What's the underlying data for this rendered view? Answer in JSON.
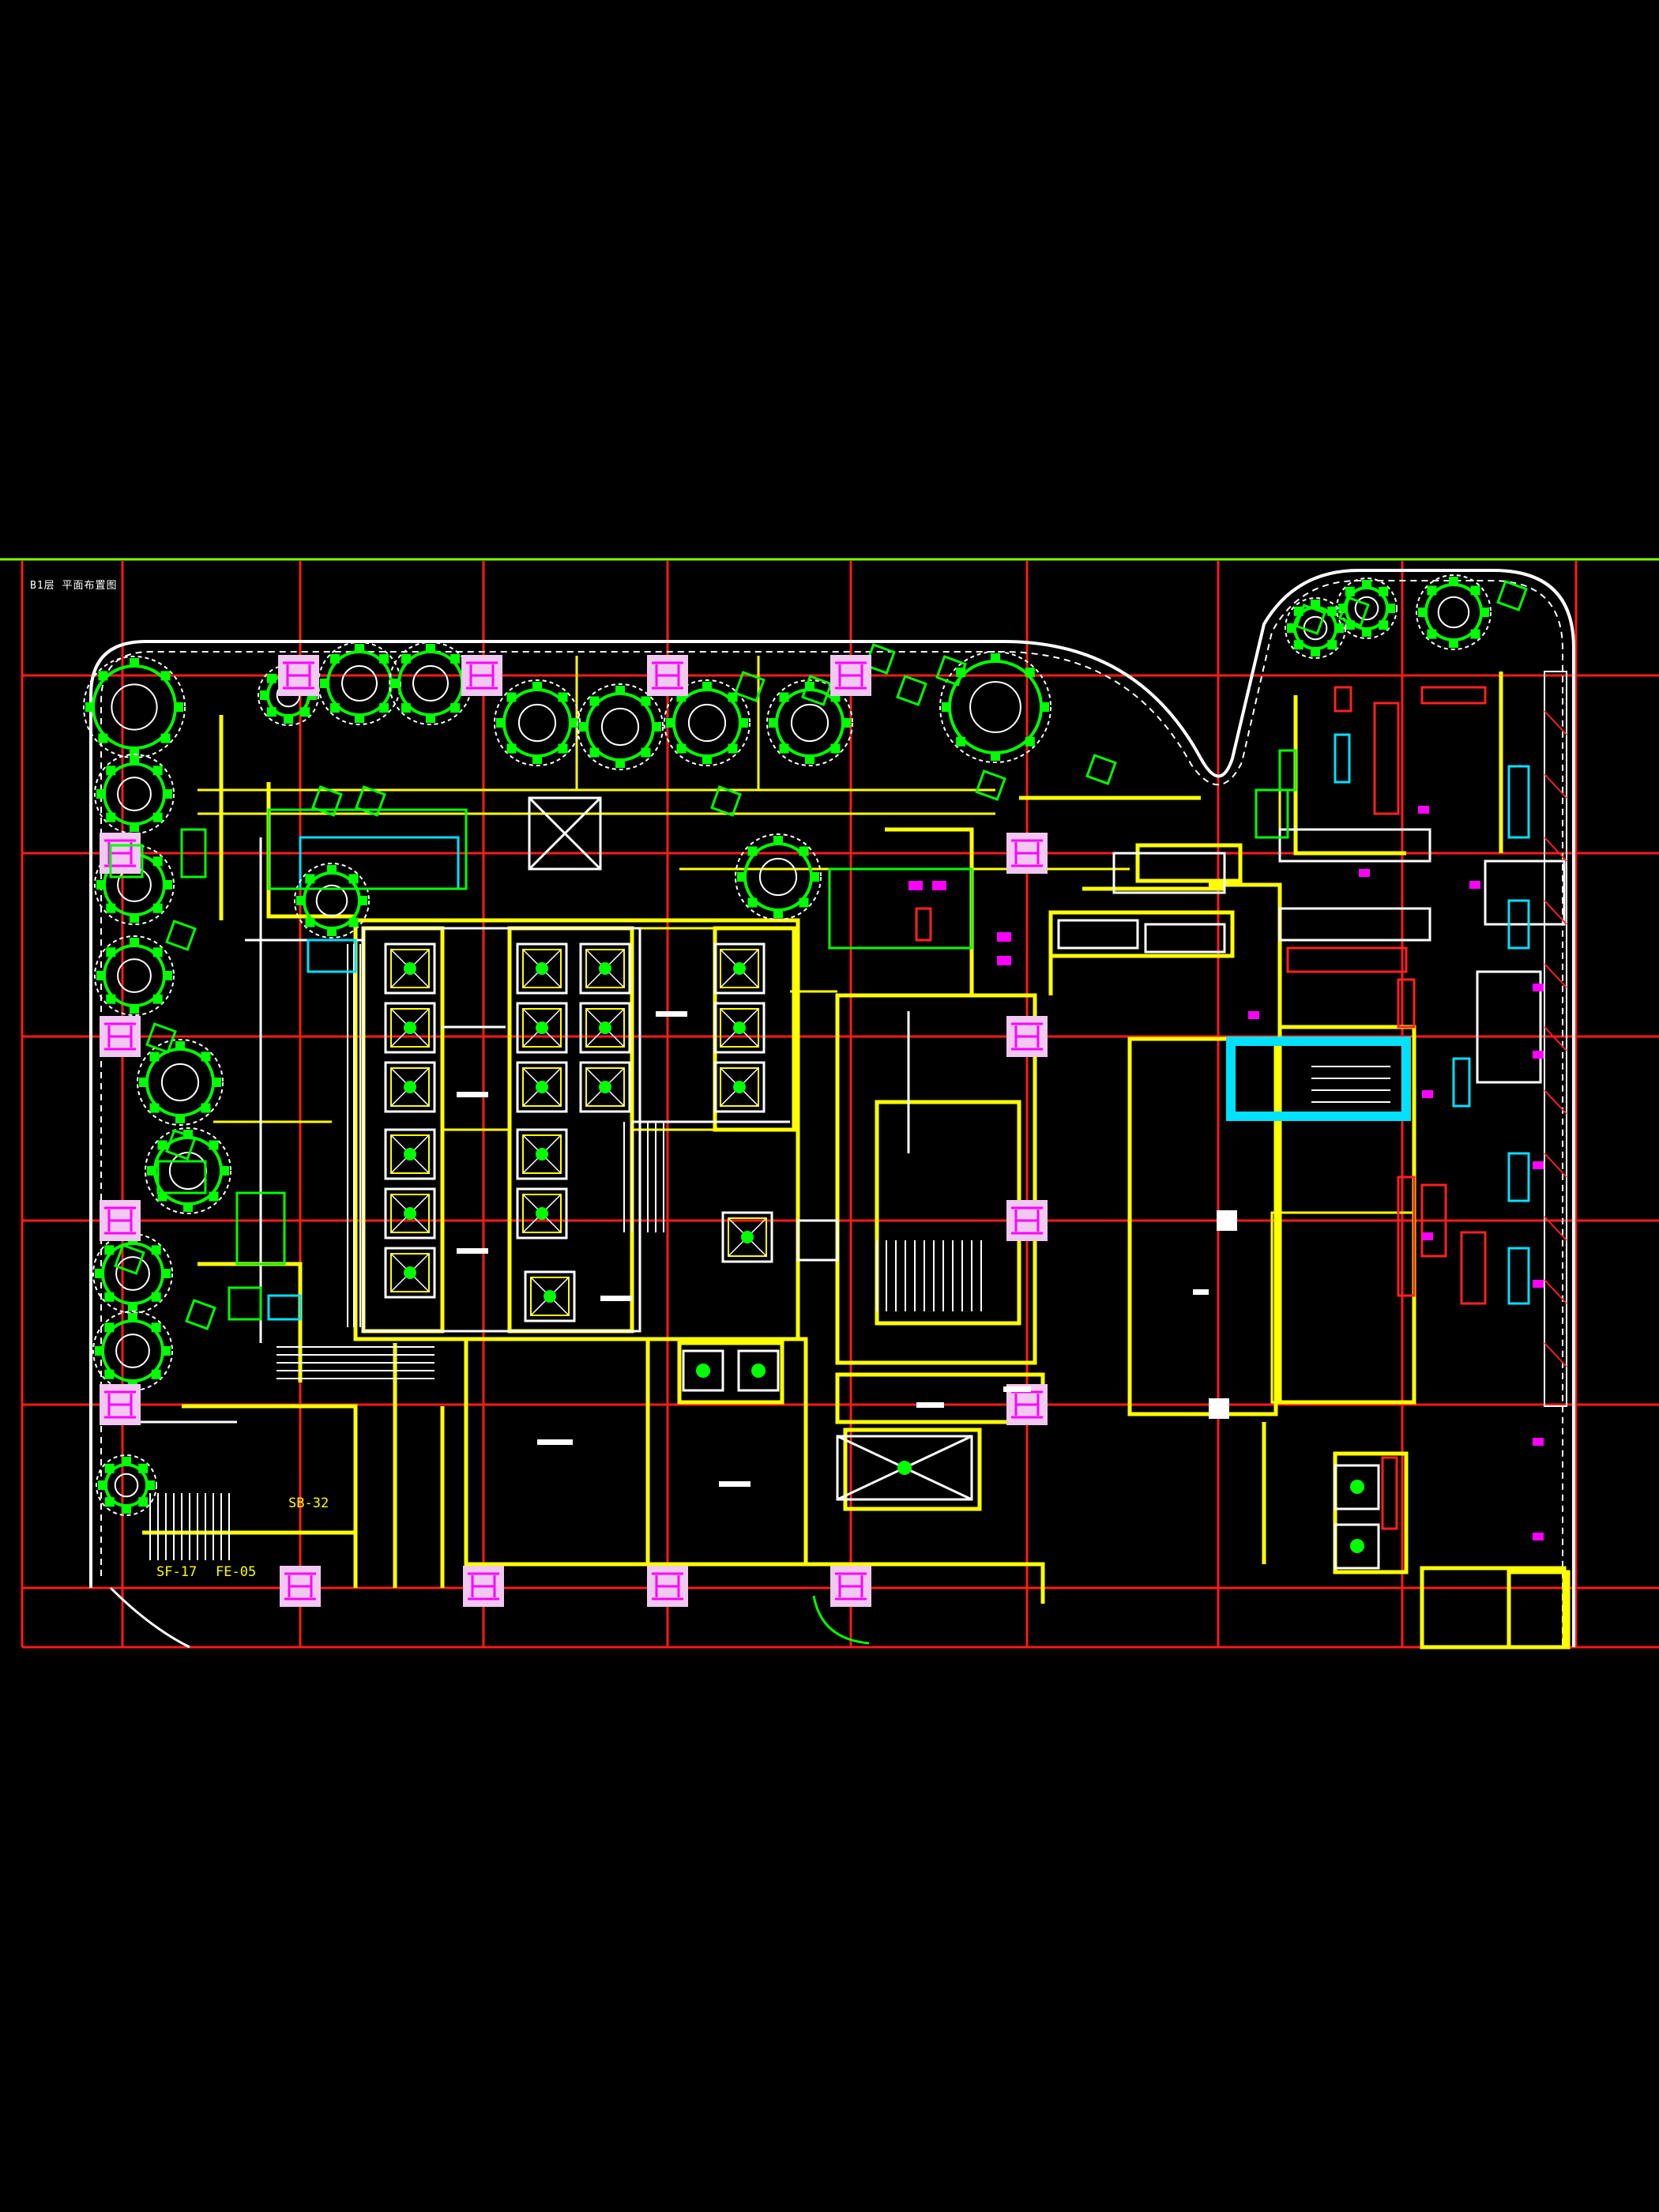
{
  "drawing": {
    "title_block": "B1层 平面布置图",
    "background": "#000000",
    "colors": {
      "grid": "#ff0000",
      "wall": "#ffff00",
      "furniture": "#00ff00",
      "outline": "#ffffff",
      "column": "#ff00ff",
      "highlight": "#00e0ff",
      "top_rule": "#7fff00"
    },
    "annotations": {
      "tag_sb": "SB-32",
      "tag_sf": "SF-17",
      "tag_fe": "FE-05"
    },
    "columns": {
      "count": 16,
      "icon": "column-h-icon"
    },
    "round_tables": {
      "count": 22,
      "icon": "round-table-icon"
    },
    "square_tables": {
      "count": 18,
      "icon": "square-table-icon"
    }
  }
}
